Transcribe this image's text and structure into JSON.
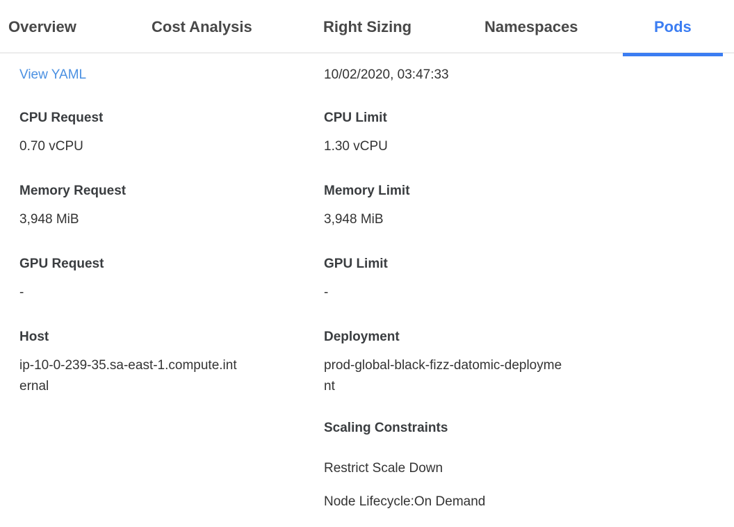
{
  "colors": {
    "accent_blue": "#3b7df2",
    "link_blue": "#4a90e2",
    "label_text": "#3a3d40",
    "body_text": "#333333",
    "tab_inactive_text": "#484848",
    "tab_border": "#ececec"
  },
  "tabs": {
    "items": [
      {
        "label": "Overview",
        "active": false
      },
      {
        "label": "Cost Analysis",
        "active": false
      },
      {
        "label": "Right Sizing",
        "active": false
      },
      {
        "label": "Namespaces",
        "active": false
      },
      {
        "label": "Pods",
        "active": true
      }
    ]
  },
  "content": {
    "left": {
      "view_yaml_label": "View YAML",
      "fields": [
        {
          "label": "CPU Request",
          "value": "0.70 vCPU"
        },
        {
          "label": "Memory Request",
          "value": "3,948 MiB"
        },
        {
          "label": "GPU Request",
          "value": "-"
        },
        {
          "label": "Host",
          "value": "ip-10-0-239-35.sa-east-1.compute.internal"
        }
      ]
    },
    "right": {
      "timestamp": "10/02/2020, 03:47:33",
      "fields": [
        {
          "label": "CPU Limit",
          "value": "1.30 vCPU"
        },
        {
          "label": "Memory Limit",
          "value": "3,948 MiB"
        },
        {
          "label": "GPU Limit",
          "value": "-"
        },
        {
          "label": "Deployment",
          "value": "prod-global-black-fizz-datomic-deployment"
        }
      ],
      "scaling": {
        "heading": "Scaling Constraints",
        "items": [
          "Restrict Scale Down",
          "Node Lifecycle:On Demand"
        ]
      }
    }
  }
}
